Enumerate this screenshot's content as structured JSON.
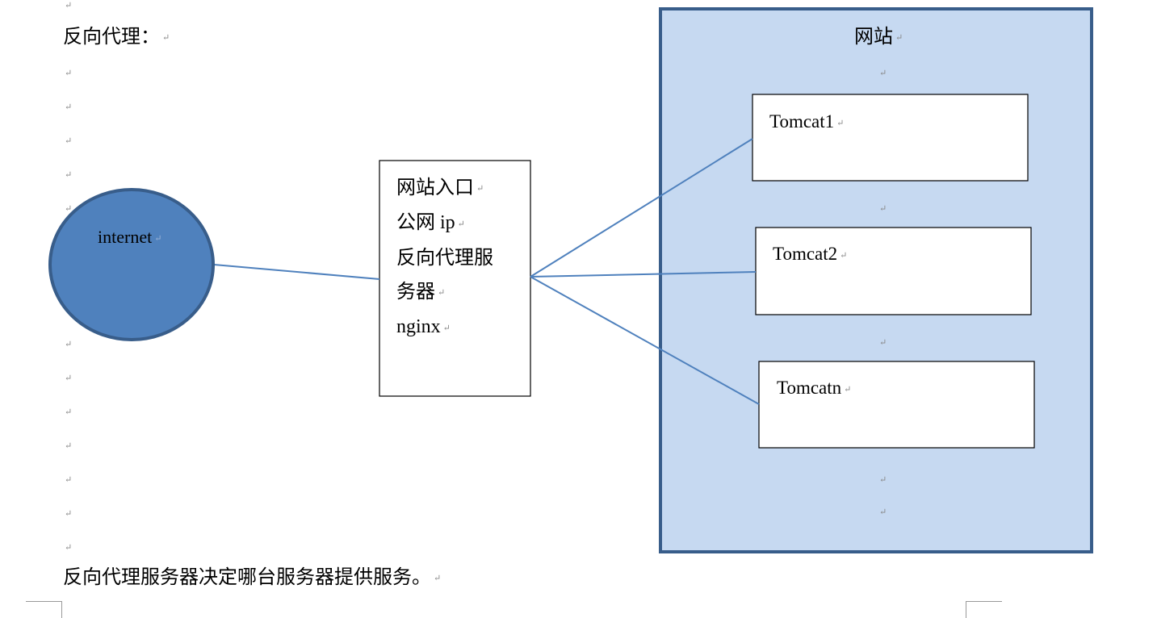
{
  "heading": "反向代理：",
  "footer": "反向代理服务器决定哪台服务器提供服务。",
  "paragraph_mark": "↵",
  "diagram": {
    "internet": {
      "label": "internet",
      "fill": "#4f81bd",
      "stroke": "#385d8a"
    },
    "proxy": {
      "lines": [
        "网站入口",
        "公网 ip",
        "反向代理服",
        "务器",
        "nginx"
      ]
    },
    "website": {
      "title": "网站",
      "fill": "#c6d9f1",
      "stroke": "#385d8a",
      "servers": [
        {
          "label": "Tomcat1"
        },
        {
          "label": "Tomcat2"
        },
        {
          "label": "Tomcatn"
        }
      ]
    },
    "connector_color": "#4f81bd"
  }
}
